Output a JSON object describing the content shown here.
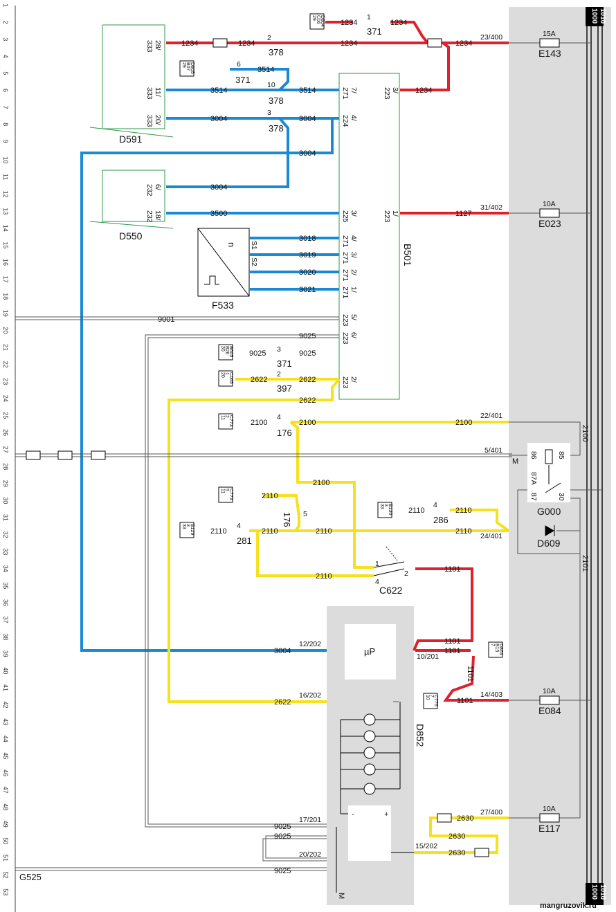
{
  "row_numbers": [
    "1",
    "2",
    "3",
    "4",
    "5",
    "6",
    "7",
    "8",
    "9",
    "10",
    "11",
    "12",
    "13",
    "14",
    "15",
    "16",
    "17",
    "18",
    "19",
    "20",
    "21",
    "22",
    "23",
    "24",
    "25",
    "26",
    "27",
    "28",
    "29",
    "30",
    "31",
    "32",
    "33",
    "34",
    "35",
    "36",
    "37",
    "38",
    "39",
    "40",
    "41",
    "42",
    "43",
    "44",
    "45",
    "46",
    "47",
    "48",
    "49",
    "50",
    "51",
    "52",
    "53"
  ],
  "rails": {
    "top1": "1000",
    "top2": "1010",
    "bot1": "1000",
    "bot2": "1010"
  },
  "components": {
    "D591": "D591",
    "D550": "D550",
    "F533": "F533",
    "B501": "B501",
    "G000": "G000",
    "D609": "D609",
    "C622": "C622",
    "D852": "D852",
    "G525": "G525",
    "mu_p": "µP",
    "M_g000": "M",
    "M_d852": "M",
    "minus": "-",
    "plus": "+",
    "n": "n",
    "S1": "S1",
    "S2": "S2"
  },
  "fuses": [
    {
      "name": "E143",
      "rating": "15A",
      "pin": "23/400"
    },
    {
      "name": "E023",
      "rating": "10A",
      "pin": "31/402"
    },
    {
      "name": "E084",
      "rating": "10A",
      "pin": "14/403"
    },
    {
      "name": "E117",
      "rating": "10A",
      "pin": "27/400"
    }
  ],
  "relay_pins": {
    "p85": "85",
    "p86": "86",
    "p87A": "87A",
    "p87": "87",
    "p30": "30"
  },
  "connectors": {
    "c371a": "371",
    "c378a": "378",
    "c371b": "371",
    "c378b": "378",
    "c378c": "378",
    "c371c": "371",
    "c397": "397",
    "c176a": "176",
    "c176b": "176",
    "c286": "286",
    "c281": "281"
  },
  "pin_labels": {
    "d591_28": "28/",
    "d591_28b": "333",
    "d591_11": "11/",
    "d591_11b": "333",
    "d591_20": "20/",
    "d591_20b": "333",
    "d550_6": "6/",
    "d550_6b": "232",
    "d550_18": "18/",
    "d550_18b": "232",
    "b501_7": "7/",
    "b501_7b": "271",
    "b501_4a": "4/",
    "b501_4ab": "224",
    "b501_3a": "3/",
    "b501_3ab": "225",
    "b501_4b": "4/",
    "b501_4bb": "271",
    "b501_3b": "3/",
    "b501_3bb": "271",
    "b501_2a": "2/",
    "b501_2ab": "271",
    "b501_1a": "1/",
    "b501_1ab": "271",
    "b501_5": "5/",
    "b501_5b": "223",
    "b501_6": "6/",
    "b501_6b": "223",
    "b501_2b": "2/",
    "b501_2bb": "223",
    "b501_3r": "3/",
    "b501_3rb": "223",
    "b501_1r": "1/",
    "b501_1rb": "223",
    "g000_5401": "5/401",
    "d609_24401": "24/401",
    "g000_22401": "22/401",
    "d852_12": "12/202",
    "d852_10": "10/201",
    "d852_16": "16/202",
    "d852_17": "17/201",
    "d852_20": "20/202",
    "d852_15": "15/202",
    "c622_1": "1",
    "c622_2": "2",
    "c622_4": "4",
    "cp_6": "6",
    "cp_10": "10",
    "cp_3": "3",
    "cp_1": "1",
    "cp_2a": "2",
    "cp_2b": "2",
    "cp_3b": "3",
    "cp_4a": "4",
    "cp_5": "5",
    "cp_4b": "4",
    "cp_4c": "4"
  },
  "wires": {
    "w1234a": "1234",
    "w1234b": "1234",
    "w1234c": "1234",
    "w1234d": "1234",
    "w1234e": "1234",
    "w1234f": "1234",
    "w1234g": "1234",
    "w3514a": "3514",
    "w3514b": "3514",
    "w3514c": "3514",
    "w3004a": "3004",
    "w3004b": "3004",
    "w3004c": "3004",
    "w3004d": "3004",
    "w3004e": "3004",
    "w3500": "3500",
    "w3018": "3018",
    "w3019": "3019",
    "w3020": "3020",
    "w3021": "3021",
    "w1127": "1127",
    "w9001": "9001",
    "w9025a": "9025",
    "w9025b": "9025",
    "w9025c": "9025",
    "w2622a": "2622",
    "w2622b": "2622",
    "w2622c": "2622",
    "w2622d": "2622",
    "w2100a": "2100",
    "w2100b": "2100",
    "w2100c": "2100",
    "w2100d": "2100",
    "w2100v": "2100",
    "w2110a": "2110",
    "w2110b": "2110",
    "w2110c": "2110",
    "w2110d": "2110",
    "w2110e": "2110",
    "w2110f": "2110",
    "w2110g": "2110",
    "w2110h": "2110",
    "w1101a": "1101",
    "w1101b": "1101",
    "w1101c": "1101",
    "w1101d": "1101",
    "w1101v": "1101",
    "w2101": "2101",
    "w2630a": "2630",
    "w2630b": "2630",
    "w2630c": "2630",
    "w9025d": "9025",
    "w9025e": "9025",
    "w9025f": "9025"
  },
  "tags": {
    "t1": [
      "D804",
      "C06",
      "29"
    ],
    "t2": [
      "D805",
      "B07",
      "29"
    ],
    "t3": [
      "B605",
      "B26",
      "30"
    ],
    "t4": [
      "C065",
      "1",
      "20"
    ],
    "t5": [
      "C773",
      "2",
      "11"
    ],
    "t6": [
      "C773",
      "5",
      "11"
    ],
    "t7": [
      "B129",
      "3",
      "33"
    ],
    "t8": [
      "B130",
      "3",
      "33"
    ],
    "t9": [
      "D863",
      "B15",
      "7"
    ],
    "t10": [
      "C776",
      "7",
      "10"
    ]
  },
  "watermark": "mangruzovik.ru",
  "colors": {
    "red": "#e0202a",
    "blue": "#1a8ad4",
    "yellow": "#f5e11e",
    "green": "#2c9a4a",
    "gray": "#dcdcdc"
  }
}
